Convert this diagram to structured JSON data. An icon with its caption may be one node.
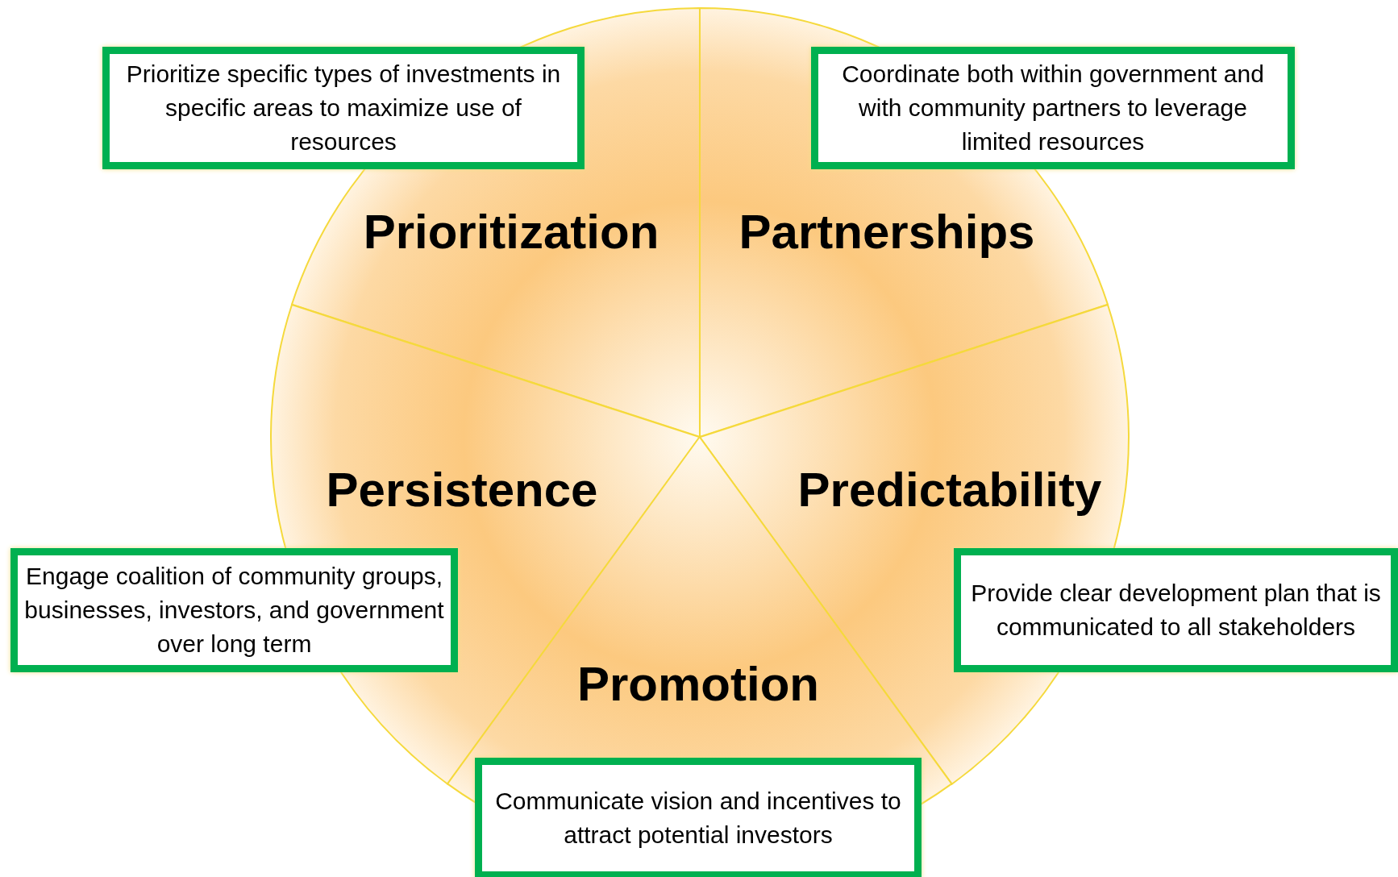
{
  "diagram": {
    "nodes": [
      {
        "text": [
          "Prioritize specific types of investments in specific areas to maximize use of resources"
        ]
      },
      {
        "text": [
          "Coordinate both within government and with community partners to leverage limited resources"
        ]
      },
      {
        "text": [
          "Prioritization"
        ]
      },
      {
        "text": [
          "Partnerships"
        ]
      },
      {
        "text": [
          "Persistence"
        ]
      },
      {
        "text": [
          "Predictability"
        ]
      },
      {
        "text": [
          "Engage coalition of community groups, businesses, investors, and government over long term"
        ]
      },
      {
        "text": [
          "Provide clear development plan that is communicated to all stakeholders"
        ]
      },
      {
        "text": [
          "Promotion"
        ]
      },
      {
        "text": [
          "Communicate vision and incentives to attract potential investors"
        ]
      }
    ],
    "edges": []
  }
}
